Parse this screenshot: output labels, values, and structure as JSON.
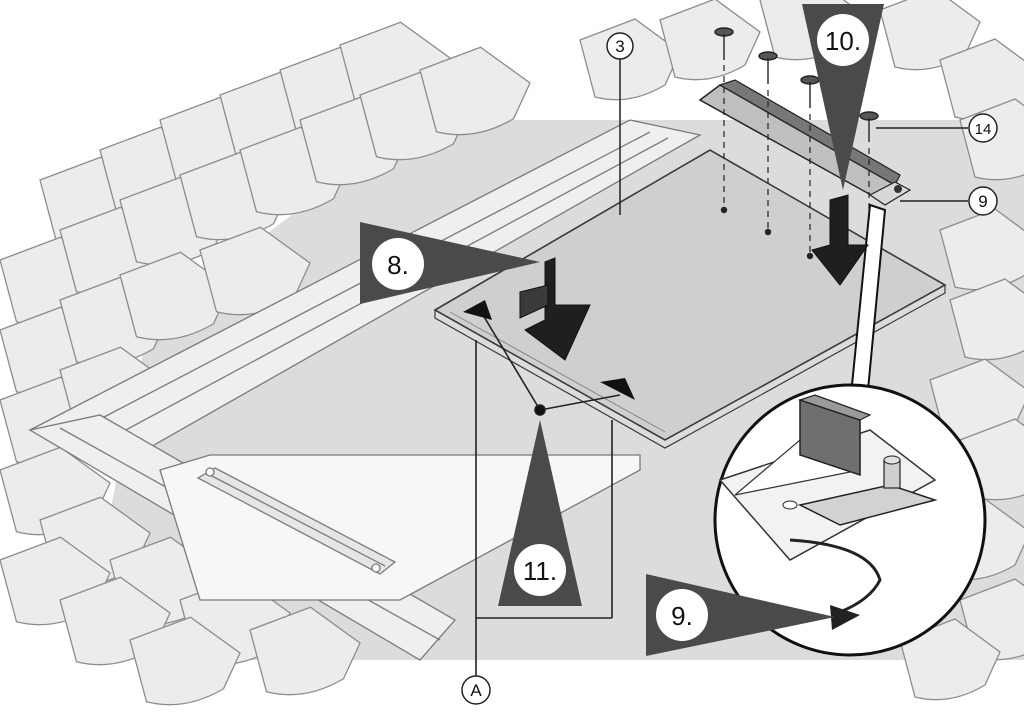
{
  "steps": {
    "s8": "8.",
    "s9": "9.",
    "s10": "10.",
    "s11": "11."
  },
  "callouts": {
    "c3": "3",
    "c9": "9",
    "c14": "14",
    "cA": "A"
  },
  "colors": {
    "roof_bg": "#dcdcdc",
    "tile_fill": "#ececec",
    "tile_stroke": "#8c8c8c",
    "panel_fill": "#cfcfcf",
    "step_marker": "#4a4a4a",
    "arrow_fill": "#222222"
  }
}
